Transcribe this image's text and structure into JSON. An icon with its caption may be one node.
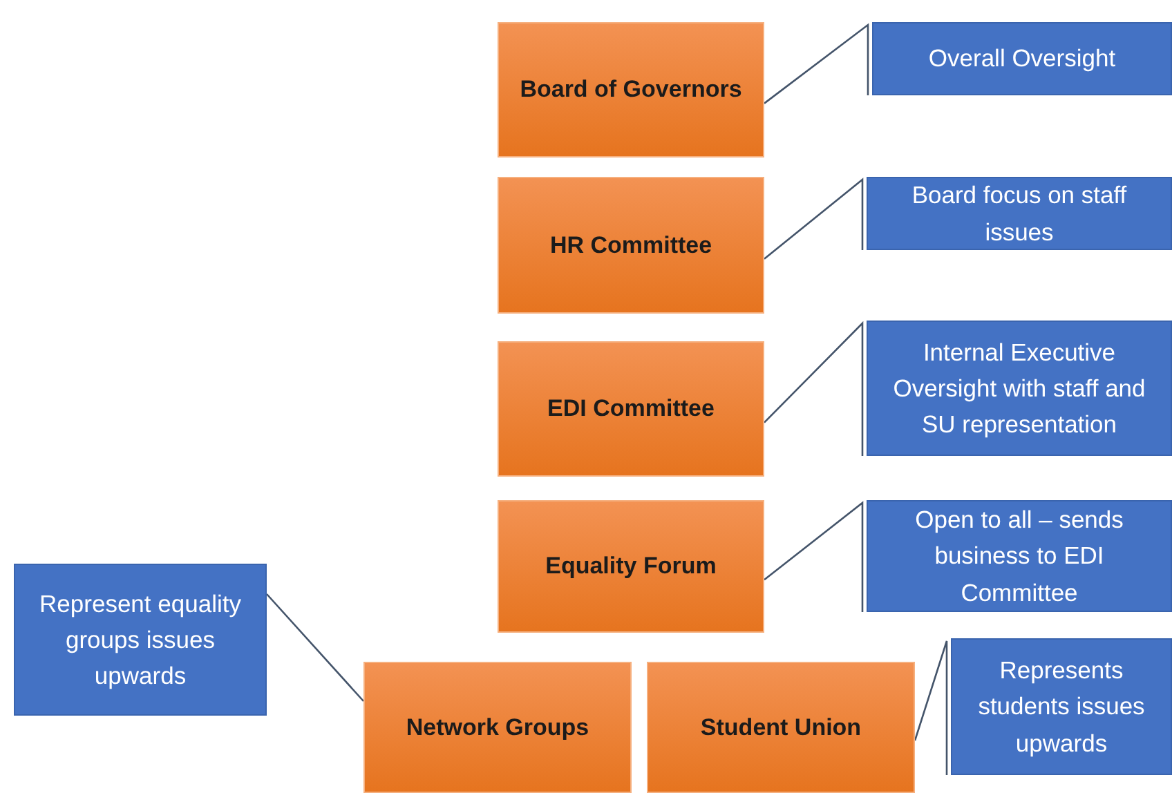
{
  "diagram": {
    "nodes": [
      {
        "text": [
          "Board of Governors"
        ]
      },
      {
        "text": [
          "Overall Oversight"
        ]
      },
      {
        "text": [
          "HR Committee"
        ]
      },
      {
        "text": [
          "Board focus on staff issues"
        ]
      },
      {
        "text": [
          "EDI Committee"
        ]
      },
      {
        "text": [
          "Internal Executive Oversight with staff and SU representation"
        ]
      },
      {
        "text": [
          "Equality Forum"
        ]
      },
      {
        "text": [
          "Open to all – sends business to EDI Committee"
        ]
      },
      {
        "text": [
          "Represent equality groups issues upwards"
        ]
      },
      {
        "text": [
          "Network Groups"
        ]
      },
      {
        "text": [
          "Student Union"
        ]
      },
      {
        "text": [
          "Represents students issues upwards"
        ]
      }
    ],
    "edges": [
      {
        "from": 1,
        "to": 0,
        "arrow": "none"
      },
      {
        "from": 3,
        "to": 2,
        "arrow": "none"
      },
      {
        "from": 5,
        "to": 4,
        "arrow": "none"
      },
      {
        "from": 7,
        "to": 6,
        "arrow": "none"
      },
      {
        "from": 8,
        "to": 9,
        "arrow": "none"
      },
      {
        "from": 11,
        "to": 10,
        "arrow": "none"
      }
    ]
  }
}
